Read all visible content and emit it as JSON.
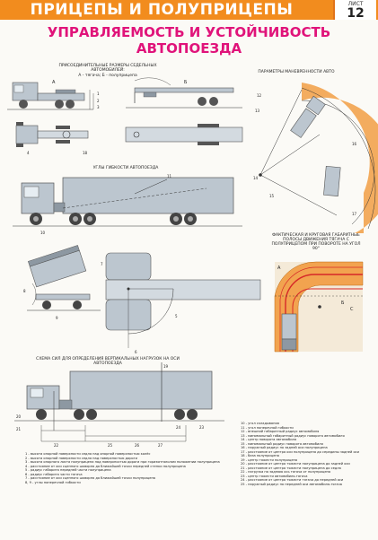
{
  "header": {
    "title": "ПРИЦЕПЫ И ПОЛУПРИЦЕПЫ",
    "sheet_label": "ЛИСТ",
    "sheet_number": "12"
  },
  "subtitle": {
    "line1": "УПРАВЛЯЕМОСТЬ И УСТОЙЧИВОСТЬ",
    "line2": "АВТОПОЕЗДА"
  },
  "sections": {
    "dimensions_caption": "ПРИСОЕДИНИТЕЛЬНЫЕ РАЗМЕРЫ СЕДЕЛЬНЫХ АВТОМОБИЛЕЙ:",
    "dimensions_sub": "А - тягача; Б - полуприцепа",
    "label_a": "А",
    "label_b": "Б",
    "maneuver_caption": "ПАРАМЕТРЫ МАНЕВРЕННОСТИ АВТО",
    "flex_caption": "УГЛЫ ГИБКОСТИ АВТОПОЕЗДА",
    "turn_caption": "ФАКТИЧЕСКАЯ И КРУГОВАЯ ГАБАРИТНЫЕ ПОЛОСЫ ДВИЖЕНИЯ ТЯГАЧА С ПОЛУПРИЦЕПОМ ПРИ ПОВОРОТЕ НА УГОЛ 90°",
    "loads_caption": "СХЕМА СИЛ ДЛЯ ОПРЕДЕЛЕНИЯ ВЕРТИКАЛЬНЫХ НАГРУЗОК НА ОСИ АВТОПОЕЗДА"
  },
  "legend_left": [
    "1 - высота опорной поверхности седла над опорной поверхностью колёс",
    "2 - высота опорной поверхности седла над поверхностью дороги",
    "3 - высота опорного листа полуприцепа над поверхностью дороги при горизонтальном положении полуприцепа",
    "4 - расстояние от оси сцепного шкворня до ближайшей точки передней стенки полуприцепа",
    "5 - радиус габарита передней части полуприцепа",
    "6 - радиус габарита части тягача",
    "7 - расстояние от оси сцепного шкворня до ближайшей точки полуприцепа",
    "8, 9 - углы поперечной гибкости"
  ],
  "legend_right": [
    "10 - угол складывания",
    "11 - угол поперечной гибкости",
    "12 - внешний габаритный радиус автомобиля",
    "13 - минимальный габаритный радиус поворота автомобиля",
    "14 - центр поворота автомобиля",
    "15 - минимальный радиус поворота автомобиля",
    "16 - наружный радиус по задней оси полуприцепа",
    "17 - расстояние от центра оси полуприцепа до середины задней оси",
    "18 - база полуприцепа",
    "19 - центр тяжести полуприцепа",
    "20 - расстояние от центра тяжести полуприцепа до задней оси",
    "21 - расстояние от центра тяжести полуприцепа до седла",
    "22 - нагрузка на заднюю ось тягача от полуприцепа",
    "23 - центр тяжести автомобиля-тягача",
    "24 - расстояние от центра тяжести тягача до передней оси",
    "25 - наружный радиус по передней оси автомобиля-тягача"
  ],
  "turn_labels": {
    "a": "А",
    "b": "Б",
    "c": "С"
  },
  "num_labels": {
    "n1": "1",
    "n2": "2",
    "n3": "3",
    "n4": "4",
    "n5": "5",
    "n6": "6",
    "n7": "7",
    "n8": "8",
    "n9": "9",
    "n10": "10",
    "n11": "11",
    "n12": "12",
    "n13": "13",
    "n14": "14",
    "n15": "15",
    "n16": "16",
    "n17": "17",
    "n18": "18",
    "n19": "19",
    "n20": "20",
    "n21": "21",
    "n22": "22",
    "n23": "23",
    "n24": "24",
    "n25": "25",
    "n26": "26",
    "n27": "27"
  },
  "colors": {
    "header_bg": "#f28c1e",
    "title_accent": "#e0137a",
    "vehicle_fill": "#bcc6cf",
    "road_fill": "#f2a34f",
    "path_red": "#d62828"
  }
}
